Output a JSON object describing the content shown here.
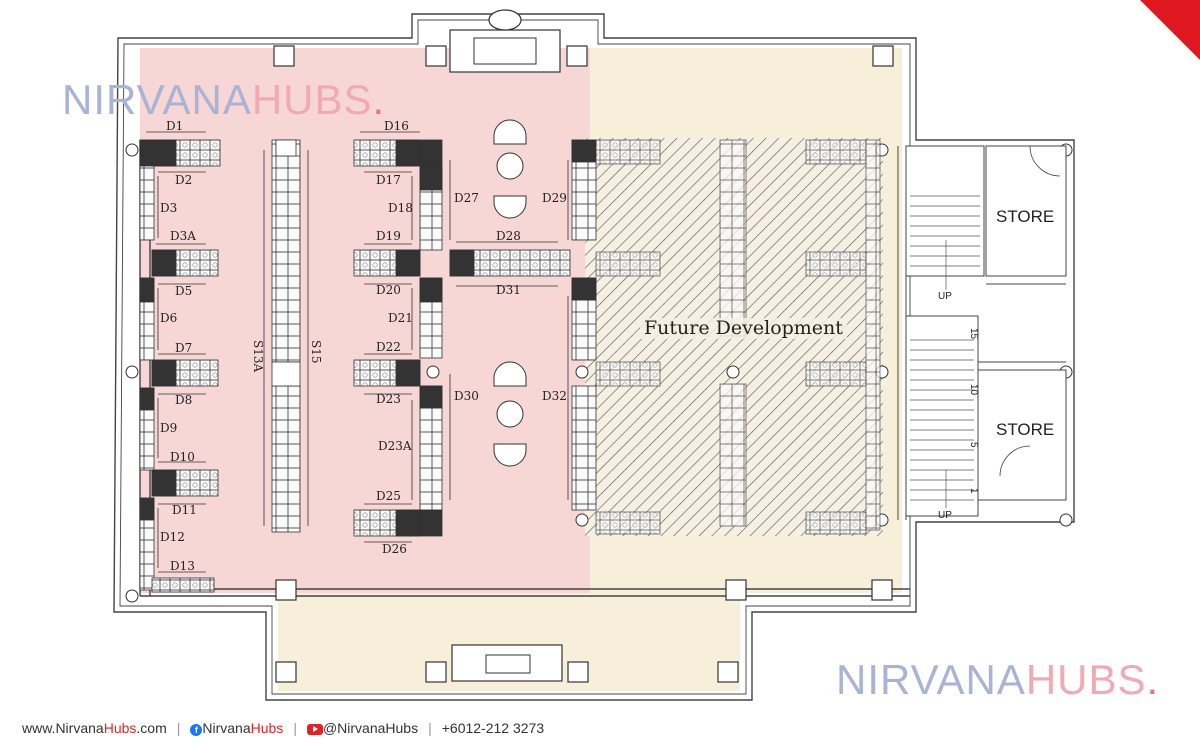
{
  "brand": {
    "part1": "NIRVANA",
    "part2": "HUBS",
    "dot": "."
  },
  "footer": {
    "website_prefix": "www.Nirvana",
    "website_mid": "Hubs",
    "website_suffix": ".com",
    "facebook_prefix": "Nirvana",
    "facebook_suffix": "Hubs",
    "youtube": "@NirvanaHubs",
    "phone": "+6012-212 3273"
  },
  "areas": {
    "future": "Future Development",
    "store1": "STORE",
    "store2": "STORE",
    "up1": "UP",
    "up2": "UP"
  },
  "stair_numbers": [
    "15",
    "10",
    "5",
    "1"
  ],
  "labels": {
    "d1": "D1",
    "d2": "D2",
    "d3": "D3",
    "d3a": "D3A",
    "d5": "D5",
    "d6": "D6",
    "d7": "D7",
    "d8": "D8",
    "d9": "D9",
    "d10": "D10",
    "d11": "D11",
    "d12": "D12",
    "d13": "D13",
    "d16": "D16",
    "d17": "D17",
    "d18": "D18",
    "d19": "D19",
    "d20": "D20",
    "d21": "D21",
    "d22": "D22",
    "d23": "D23",
    "d23a": "D23A",
    "d25": "D25",
    "d26": "D26",
    "d27": "D27",
    "d28": "D28",
    "d29": "D29",
    "d30": "D30",
    "d31": "D31",
    "d32": "D32",
    "s13a": "S13A",
    "s15": "S15"
  },
  "colors": {
    "sold_zone": "#f7d6d6",
    "reserved_zone": "#f7efd9",
    "brand_red": "#e0181f"
  }
}
